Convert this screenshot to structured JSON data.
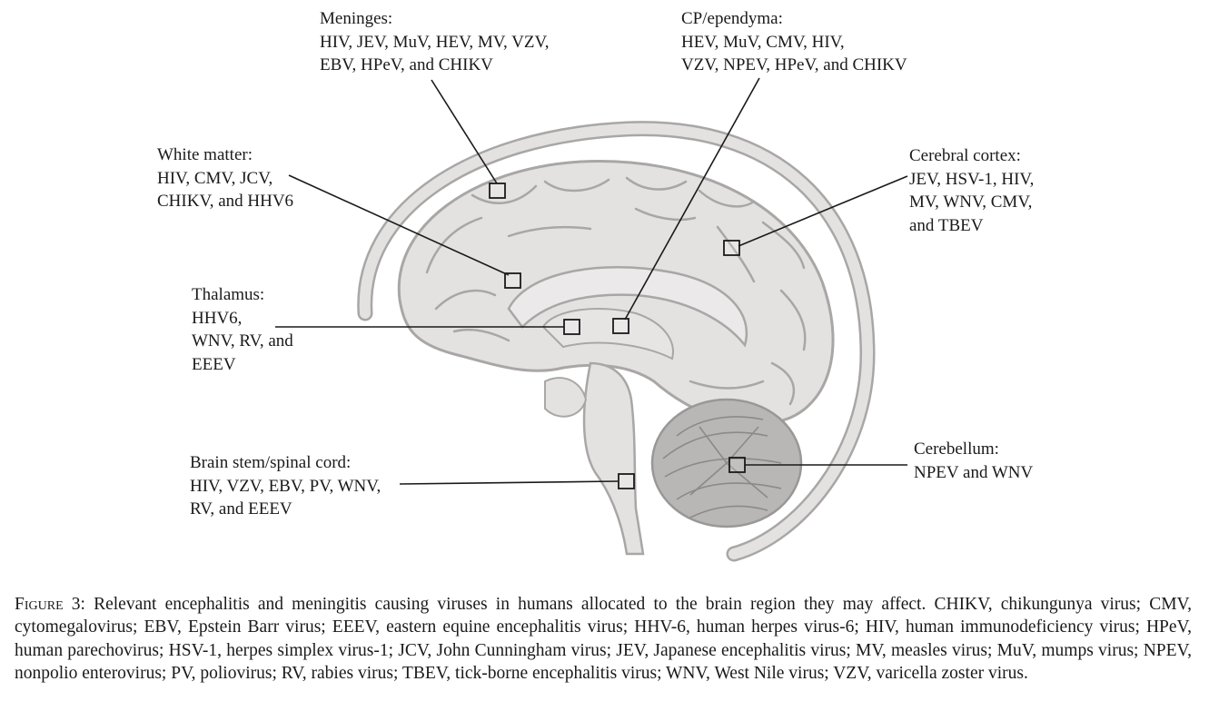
{
  "labels": {
    "meninges": {
      "title": "Meninges:",
      "lines": [
        "HIV, JEV, MuV, HEV, MV, VZV,",
        "EBV, HPeV, and CHIKV"
      ]
    },
    "cp_ependyma": {
      "title": "CP/ependyma:",
      "lines": [
        "HEV, MuV, CMV, HIV,",
        "VZV, NPEV, HPeV, and CHIKV"
      ]
    },
    "white_matter": {
      "title": "White matter:",
      "lines": [
        "HIV, CMV, JCV,",
        "CHIKV, and HHV6"
      ]
    },
    "cerebral_cortex": {
      "title": "Cerebral cortex:",
      "lines": [
        "JEV, HSV-1, HIV,",
        "MV, WNV, CMV,",
        "and TBEV"
      ]
    },
    "thalamus": {
      "title": "Thalamus:",
      "lines": [
        "HHV6,",
        "WNV, RV, and",
        "EEEV"
      ]
    },
    "brain_stem": {
      "title": "Brain stem/spinal cord:",
      "lines": [
        "HIV, VZV, EBV, PV, WNV,",
        "RV, and EEEV"
      ]
    },
    "cerebellum": {
      "title": "Cerebellum:",
      "lines": [
        "NPEV and WNV"
      ]
    }
  },
  "caption": {
    "figure_label": "Figure 3",
    "text": ": Relevant encephalitis and meningitis causing viruses in humans allocated to the brain region they may affect. CHIKV, chikungunya virus; CMV, cytomegalovirus; EBV, Epstein Barr virus; EEEV, eastern equine encephalitis virus; HHV-6, human herpes virus-6; HIV, human immunodeficiency virus; HPeV, human parechovirus; HSV-1, herpes simplex virus-1; JCV, John Cunningham virus; JEV, Japanese encephalitis virus; MV, measles virus; MuV, mumps virus; NPEV, nonpolio enterovirus; PV, poliovirus; RV, rabies virus; TBEV, tick-borne encephalitis virus; WNV, West Nile virus; VZV, varicella zoster virus."
  },
  "colors": {
    "brain_fill": "#e4e1e1",
    "brain_outline": "#a9a6a6",
    "cerebellum": "#b9b6b6",
    "leader_line": "#1a1a1a"
  }
}
